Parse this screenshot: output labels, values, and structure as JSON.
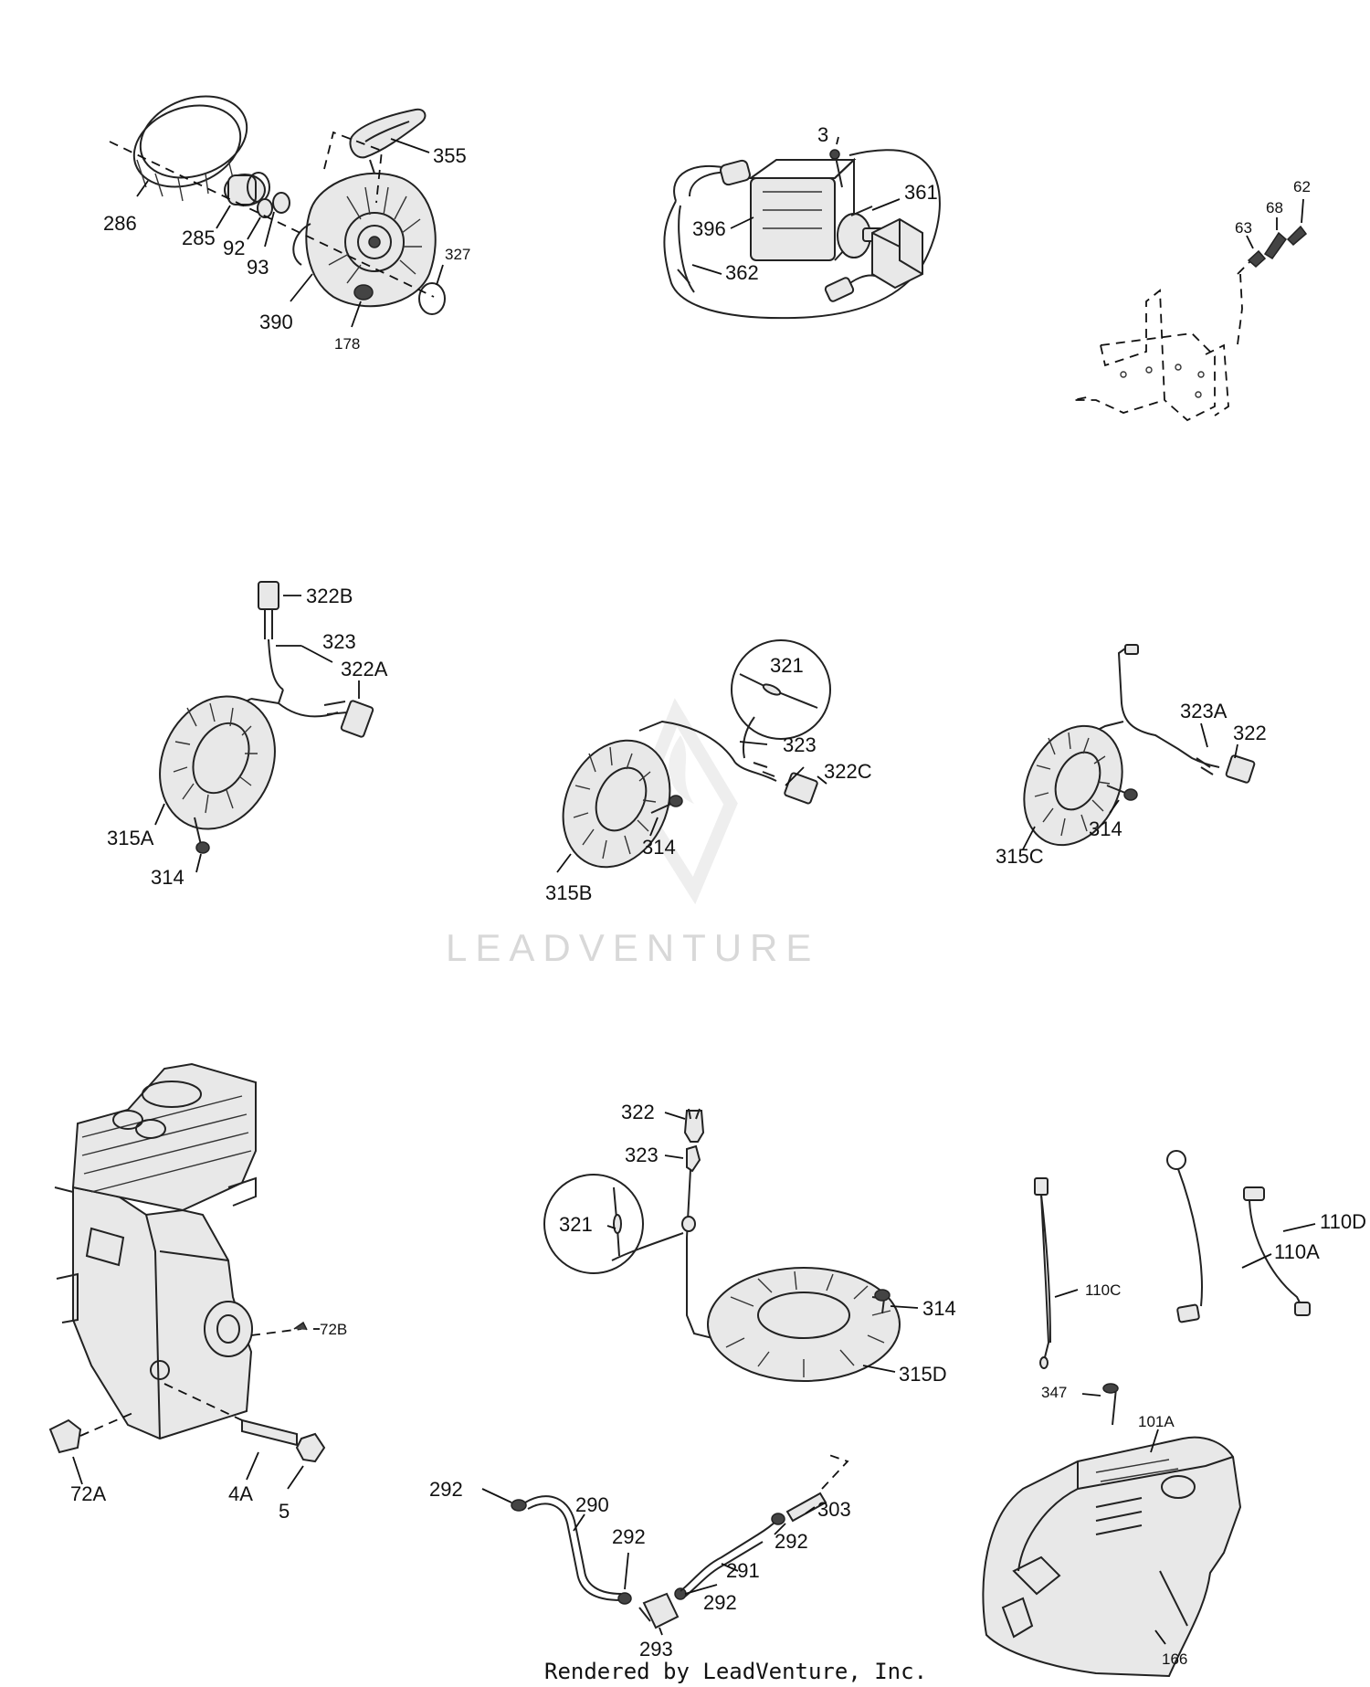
{
  "labels": [
    "286",
    "285",
    "92",
    "93",
    "390",
    "178",
    "327",
    "355",
    "3",
    "361",
    "396",
    "362",
    "62",
    "68",
    "63",
    "322B",
    "323",
    "322A",
    "315A",
    "314",
    "321",
    "323",
    "322C",
    "315B",
    "314",
    "323A",
    "322",
    "315C",
    "314",
    "72B",
    "72A",
    "4A",
    "5",
    "322",
    "323",
    "321",
    "314",
    "315D",
    "110A",
    "110D",
    "110C",
    "347",
    "101A",
    "166",
    "292",
    "290",
    "292",
    "292",
    "291",
    "303",
    "292",
    "293"
  ],
  "watermark": "LEADVENTURE",
  "footer": "Rendered by LeadVenture, Inc."
}
